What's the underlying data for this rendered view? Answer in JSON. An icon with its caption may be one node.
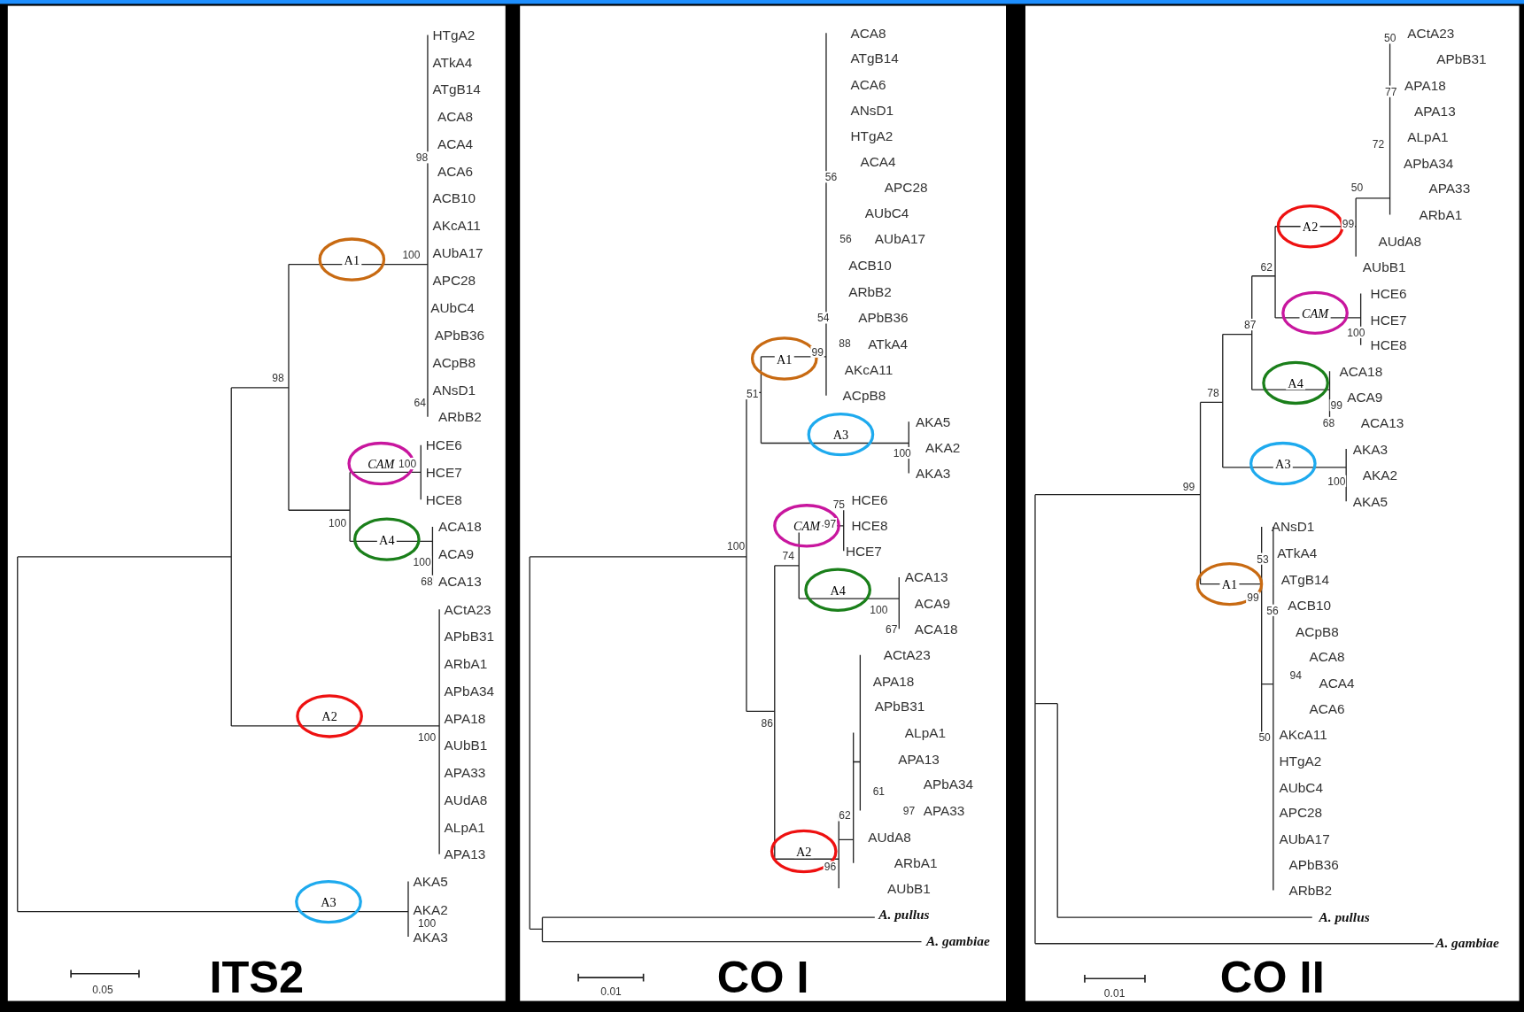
{
  "diagram": {
    "nodes": [
      {
        "text": [
          "ITS2"
        ]
      },
      {
        "text": [
          "A1"
        ],
        "in": 0
      },
      {
        "text": [
          "CAM"
        ],
        "in": 0
      },
      {
        "text": [
          "A4"
        ],
        "in": 0
      },
      {
        "text": [
          "A2"
        ],
        "in": 0
      },
      {
        "text": [
          "A3"
        ],
        "in": 0
      },
      {
        "text": [
          "CO I"
        ]
      },
      {
        "text": [
          "A1"
        ],
        "in": 6
      },
      {
        "text": [
          "A3"
        ],
        "in": 6
      },
      {
        "text": [
          "CAM"
        ],
        "in": 6
      },
      {
        "text": [
          "A4"
        ],
        "in": 6
      },
      {
        "text": [
          "A2"
        ],
        "in": 6
      },
      {
        "text": [
          "CO II"
        ]
      },
      {
        "text": [
          "A2"
        ],
        "in": 12
      },
      {
        "text": [
          "CAM"
        ],
        "in": 12
      },
      {
        "text": [
          "A4"
        ],
        "in": 12
      },
      {
        "text": [
          "A3"
        ],
        "in": 12
      },
      {
        "text": [
          "A1"
        ],
        "in": 12
      }
    ],
    "edges": [],
    "labels": [
      "HTgA2",
      "ATkA4",
      "ATgB14",
      "ACA8",
      "ACA4",
      "ACA6",
      "ACB10",
      "AKcA11",
      "AUbA17",
      "APC28",
      "AUbC4",
      "APbB36",
      "ACpB8",
      "ANsD1",
      "ARbB2",
      "HCE6",
      "HCE7",
      "HCE8",
      "ACA18",
      "ACA9",
      "ACA13",
      "ACtA23",
      "APbB31",
      "ARbA1",
      "APbA34",
      "APA18",
      "AUbB1",
      "APA33",
      "AUdA8",
      "ALpA1",
      "APA13",
      "AKA5",
      "AKA2",
      "AKA3",
      "98",
      "100",
      "64",
      "98",
      "100",
      "100",
      "100",
      "68",
      "100",
      "100",
      "0.05",
      "ACA8",
      "ATgB14",
      "ACA6",
      "ANsD1",
      "HTgA2",
      "ACA4",
      "APC28",
      "AUbC4",
      "AUbA17",
      "ACB10",
      "ARbB2",
      "APbB36",
      "ATkA4",
      "AKcA11",
      "ACpB8",
      "AKA5",
      "AKA2",
      "AKA3",
      "HCE6",
      "HCE8",
      "HCE7",
      "ACA13",
      "ACA9",
      "ACA18",
      "ACtA23",
      "APA18",
      "APbB31",
      "ALpA1",
      "APA13",
      "APbA34",
      "APA33",
      "AUdA8",
      "ARbA1",
      "AUbB1",
      "A. pullus",
      "A. gambiae",
      "56",
      "56",
      "54",
      "88",
      "99",
      "51",
      "100",
      "75",
      "97",
      "74",
      "100",
      "100",
      "67",
      "86",
      "61",
      "97",
      "62",
      "96",
      "0.01",
      "ACtA23",
      "APbB31",
      "APA18",
      "APA13",
      "ALpA1",
      "APbA34",
      "APA33",
      "ARbA1",
      "AUdA8",
      "AUbB1",
      "HCE6",
      "HCE7",
      "HCE8",
      "ACA18",
      "ACA9",
      "ACA13",
      "AKA3",
      "AKA2",
      "AKA5",
      "ANsD1",
      "ATkA4",
      "ATgB14",
      "ACB10",
      "ACpB8",
      "ACA8",
      "ACA4",
      "ACA6",
      "AKcA11",
      "HTgA2",
      "AUbC4",
      "APC28",
      "AUbA17",
      "APbB36",
      "ARbB2",
      "A. pullus",
      "A. gambiae",
      "50",
      "77",
      "72",
      "50",
      "99",
      "62",
      "87",
      "100",
      "99",
      "68",
      "78",
      "100",
      "99",
      "53",
      "99",
      "56",
      "94",
      "50",
      "0.01"
    ]
  }
}
